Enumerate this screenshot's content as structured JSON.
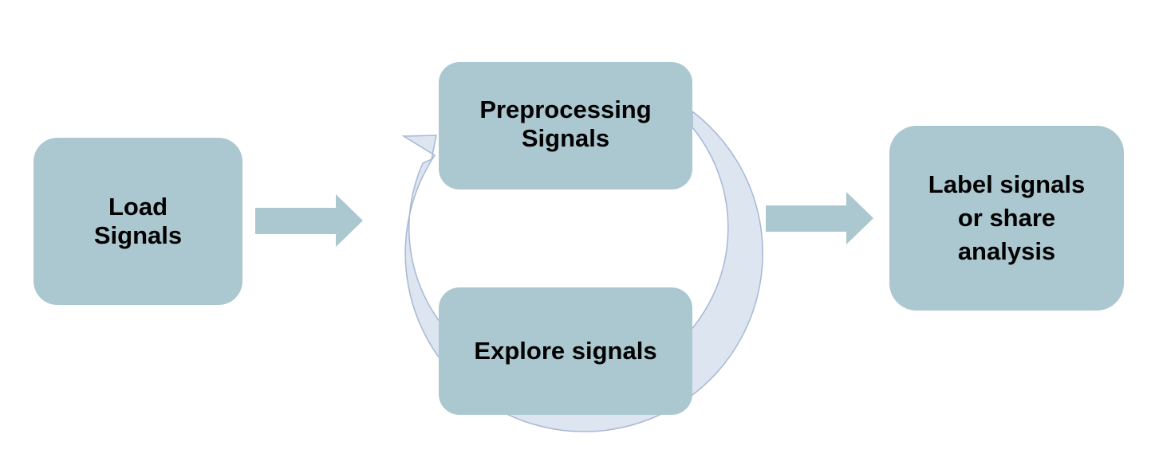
{
  "diagram": {
    "nodes": [
      {
        "id": "load",
        "label": "Load\nSignals"
      },
      {
        "id": "preprocess",
        "label": "Preprocessing\nSignals"
      },
      {
        "id": "explore",
        "label": "Explore signals"
      },
      {
        "id": "label",
        "label": "Label signals\nor share\nanalysis"
      }
    ],
    "edges": [
      {
        "from": "load",
        "to": "preprocess"
      },
      {
        "from": "explore",
        "to": "preprocess",
        "type": "cycle"
      },
      {
        "from": "preprocess",
        "to": "explore",
        "type": "cycle"
      },
      {
        "from": "explore",
        "to": "label"
      }
    ],
    "colors": {
      "box_fill": "#abc7d0",
      "arrow_fill": "#abc7d0",
      "cycle_fill": "#dde5f0",
      "cycle_stroke": "#a7b7d6",
      "text": "#000000"
    }
  }
}
